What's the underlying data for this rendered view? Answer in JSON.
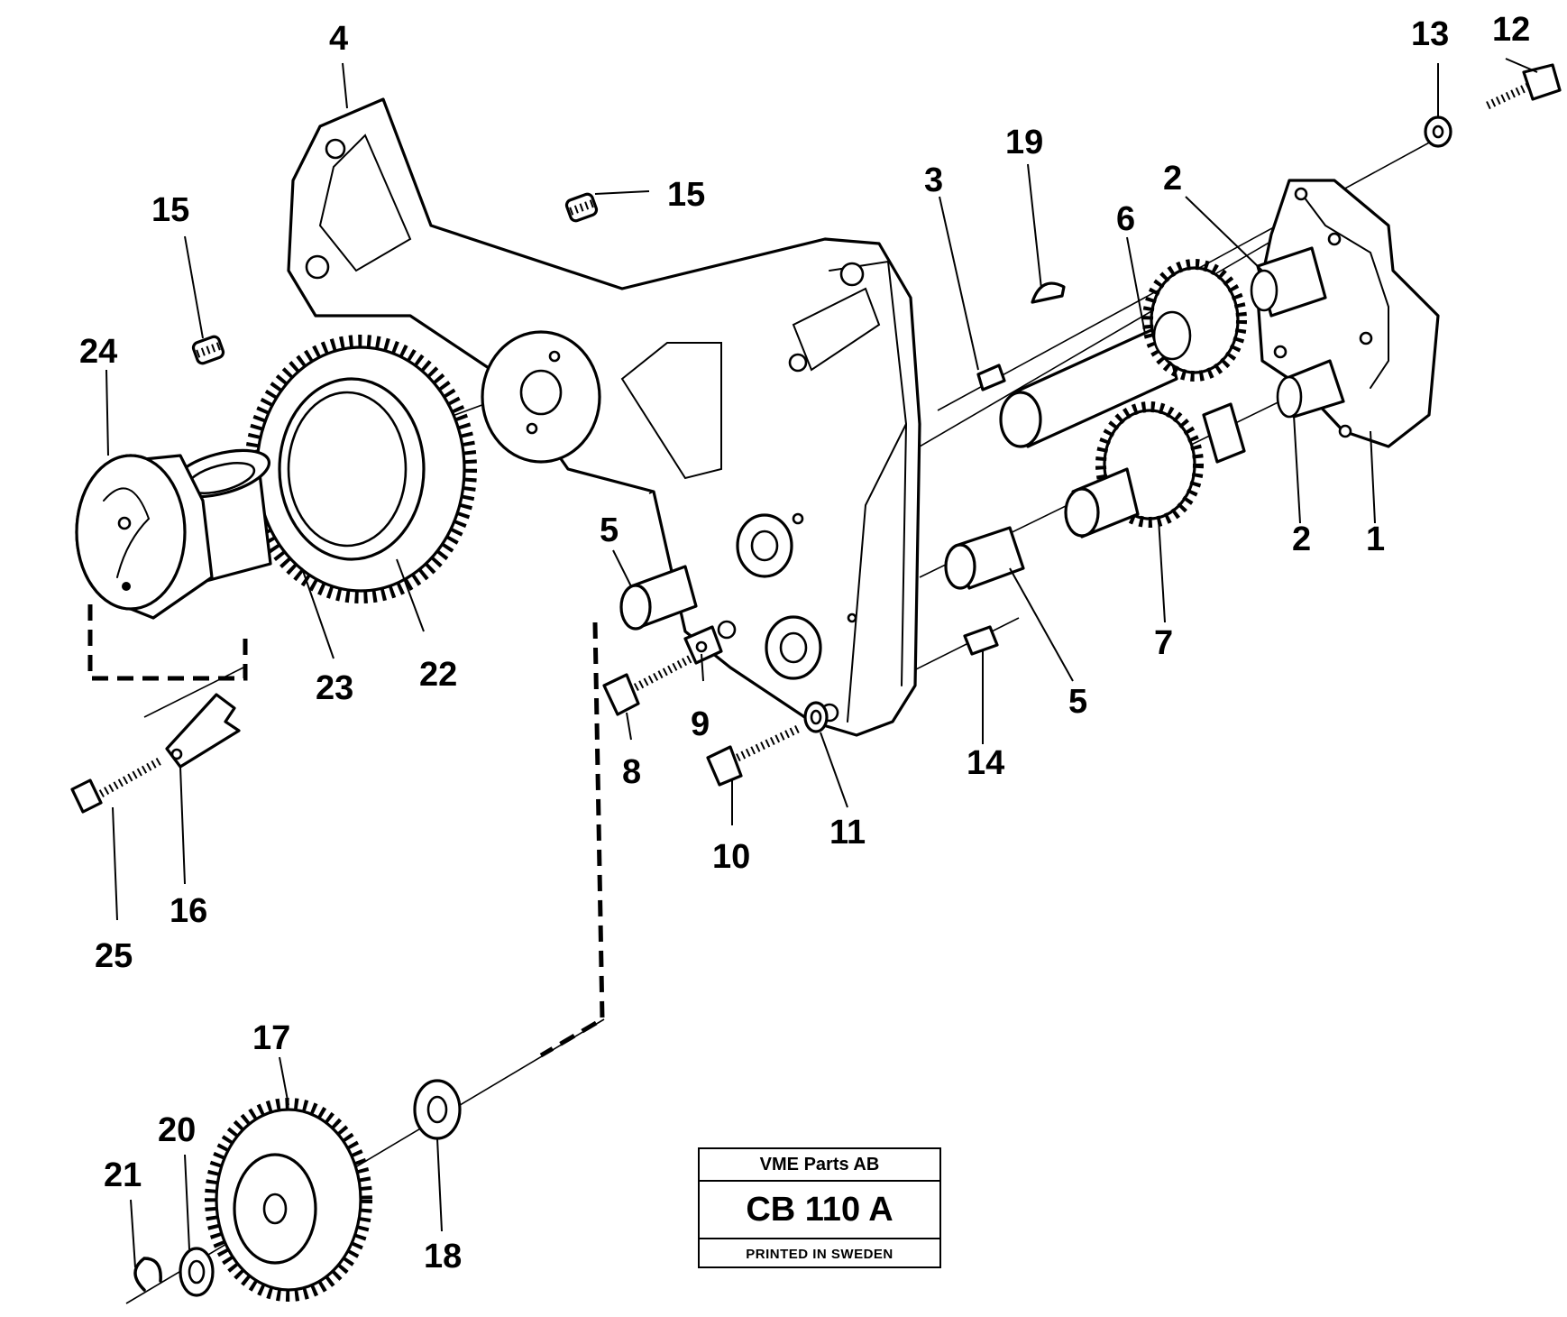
{
  "title_block": {
    "company": "VME Parts AB",
    "drawing_number": "CB 110 A",
    "printed_note": "PRINTED IN SWEDEN"
  },
  "callouts": {
    "c1": "1",
    "c2a": "2",
    "c2b": "2",
    "c3": "3",
    "c4": "4",
    "c5a": "5",
    "c5b": "5",
    "c6": "6",
    "c7": "7",
    "c8": "8",
    "c9": "9",
    "c10": "10",
    "c11": "11",
    "c12": "12",
    "c13": "13",
    "c14": "14",
    "c15a": "15",
    "c15b": "15",
    "c16": "16",
    "c17": "17",
    "c18": "18",
    "c19": "19",
    "c20": "20",
    "c21": "21",
    "c22": "22",
    "c23": "23",
    "c24": "24",
    "c25": "25"
  }
}
